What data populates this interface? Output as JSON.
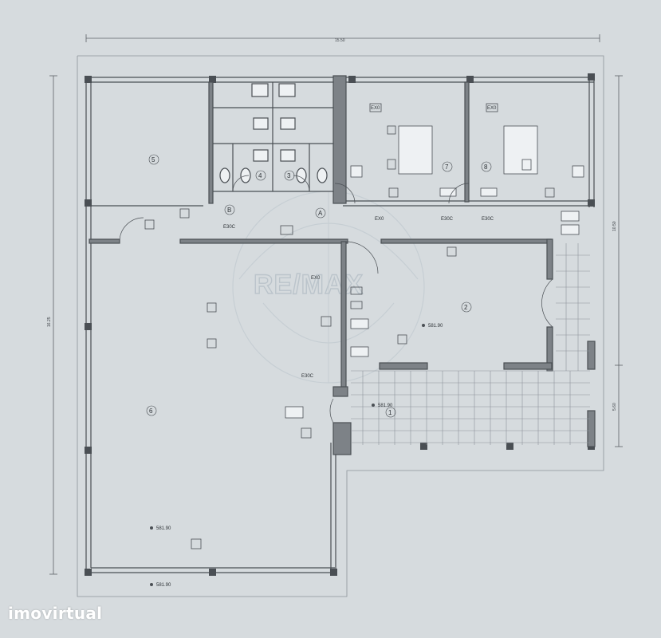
{
  "dimensions": {
    "total_width": "15.50",
    "total_height_left": "16.25",
    "right_upper": "10.50",
    "right_lower": "5.60"
  },
  "rooms": {
    "r1": "1",
    "r2": "2",
    "r3": "3",
    "r4": "4",
    "r5": "5",
    "r6": "6",
    "r7": "7",
    "r8": "8",
    "ra": "A",
    "rb": "B"
  },
  "labels": {
    "exit_left": "E30C",
    "exit_ext_a": "EX0",
    "exit_ext_7": "E30C",
    "exit_ext_8": "E30C",
    "exit_hall": "EX0",
    "exit_center": "E30C",
    "exit_room7": "EX0",
    "exit_room8": "EX0"
  },
  "levels": {
    "room2": "581.90",
    "room1": "581.90",
    "room6": "581.90",
    "bottom": "581.90"
  },
  "watermark": "RE/MAX",
  "brand": "imovirtual"
}
